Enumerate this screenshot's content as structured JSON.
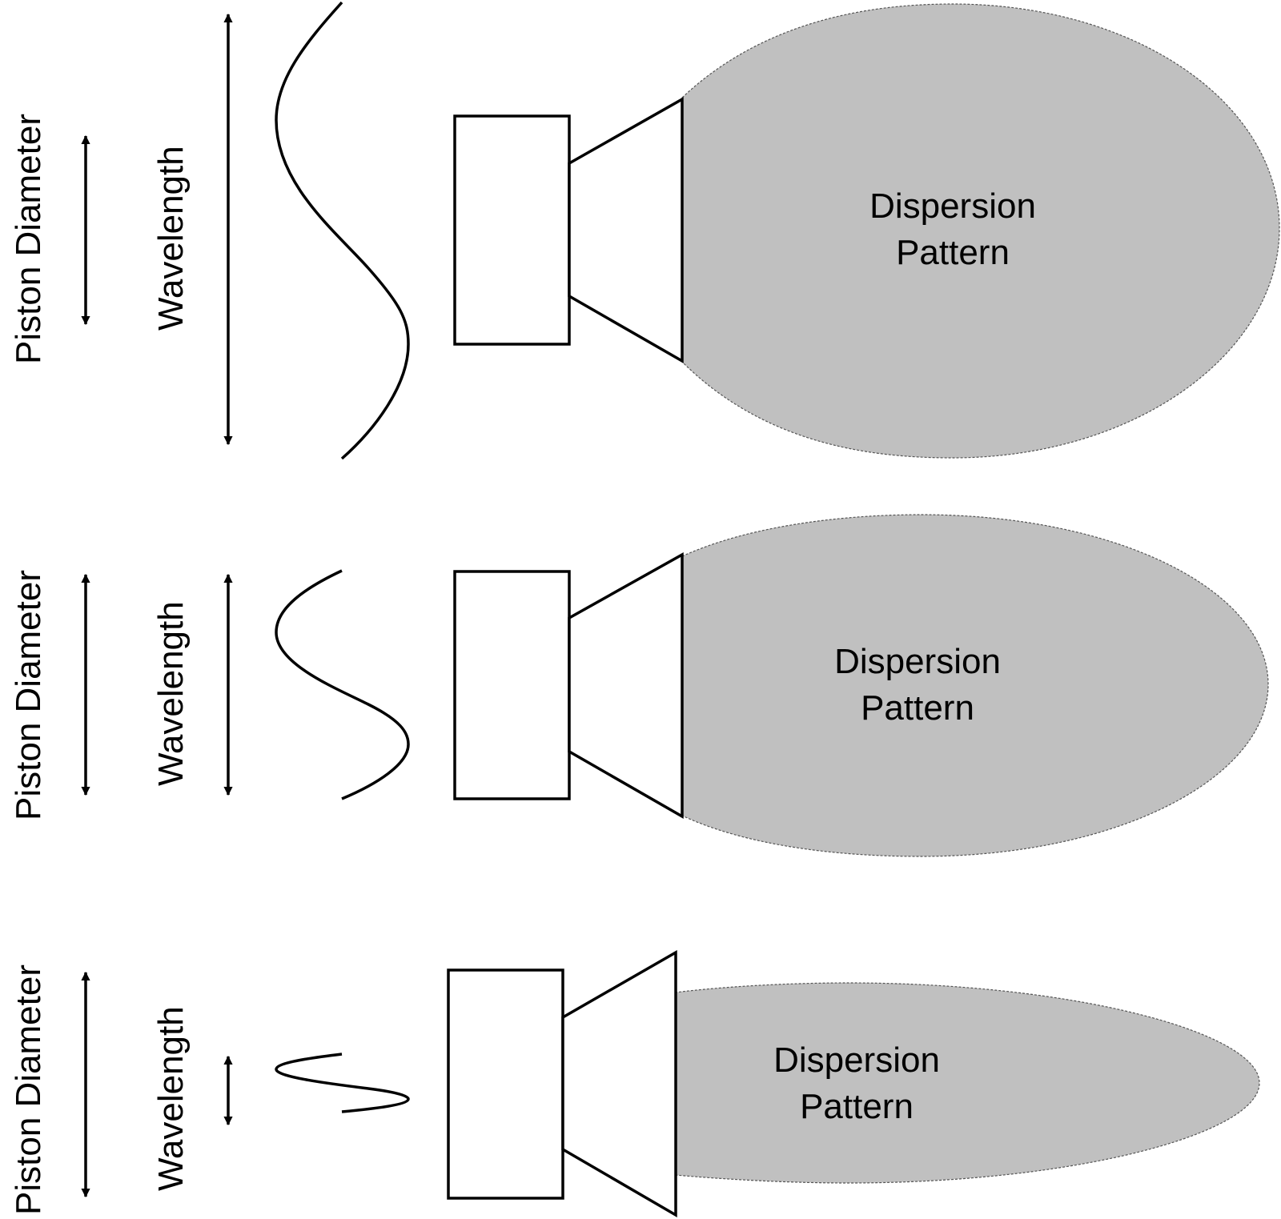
{
  "diagram": {
    "colors": {
      "lobe_fill": "#c0c0c0",
      "line": "#000000",
      "background": "#ffffff"
    },
    "panels": [
      {
        "case": "wavelength much larger than piston diameter",
        "piston_label": "Piston Diameter",
        "wavelength_label": "Wavelength",
        "pattern_label_line1": "Dispersion",
        "pattern_label_line2": "Pattern",
        "relative_wavelength": "large"
      },
      {
        "case": "wavelength equal to piston diameter",
        "piston_label": "Piston Diameter",
        "wavelength_label": "Wavelength",
        "pattern_label_line1": "Dispersion",
        "pattern_label_line2": "Pattern",
        "relative_wavelength": "equal"
      },
      {
        "case": "wavelength much smaller than piston diameter",
        "piston_label": "Piston Diameter",
        "wavelength_label": "Wavelength",
        "pattern_label_line1": "Dispersion",
        "pattern_label_line2": "Pattern",
        "relative_wavelength": "small"
      }
    ]
  }
}
